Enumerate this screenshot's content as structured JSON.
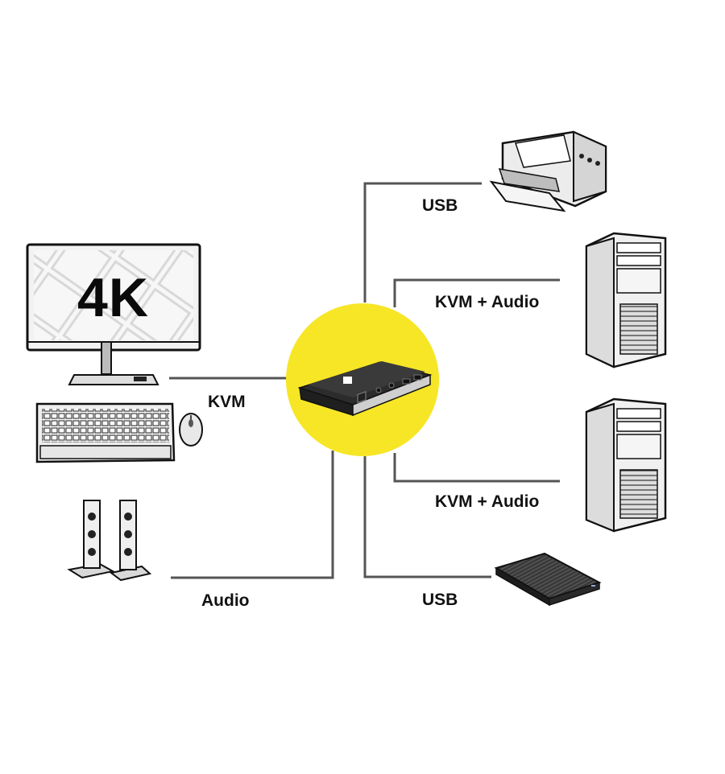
{
  "monitor": {
    "resolution_text": "4K"
  },
  "connections": {
    "kvm_label": "KVM",
    "audio_label": "Audio",
    "usb_printer_label": "USB",
    "kvm_audio_1_label": "KVM + Audio",
    "kvm_audio_2_label": "KVM + Audio",
    "usb_drive_label": "USB"
  },
  "colors": {
    "hub_circle": "#f6e626",
    "line": "#555555",
    "device_fill": "#e9e9e9",
    "outline": "#222222"
  }
}
